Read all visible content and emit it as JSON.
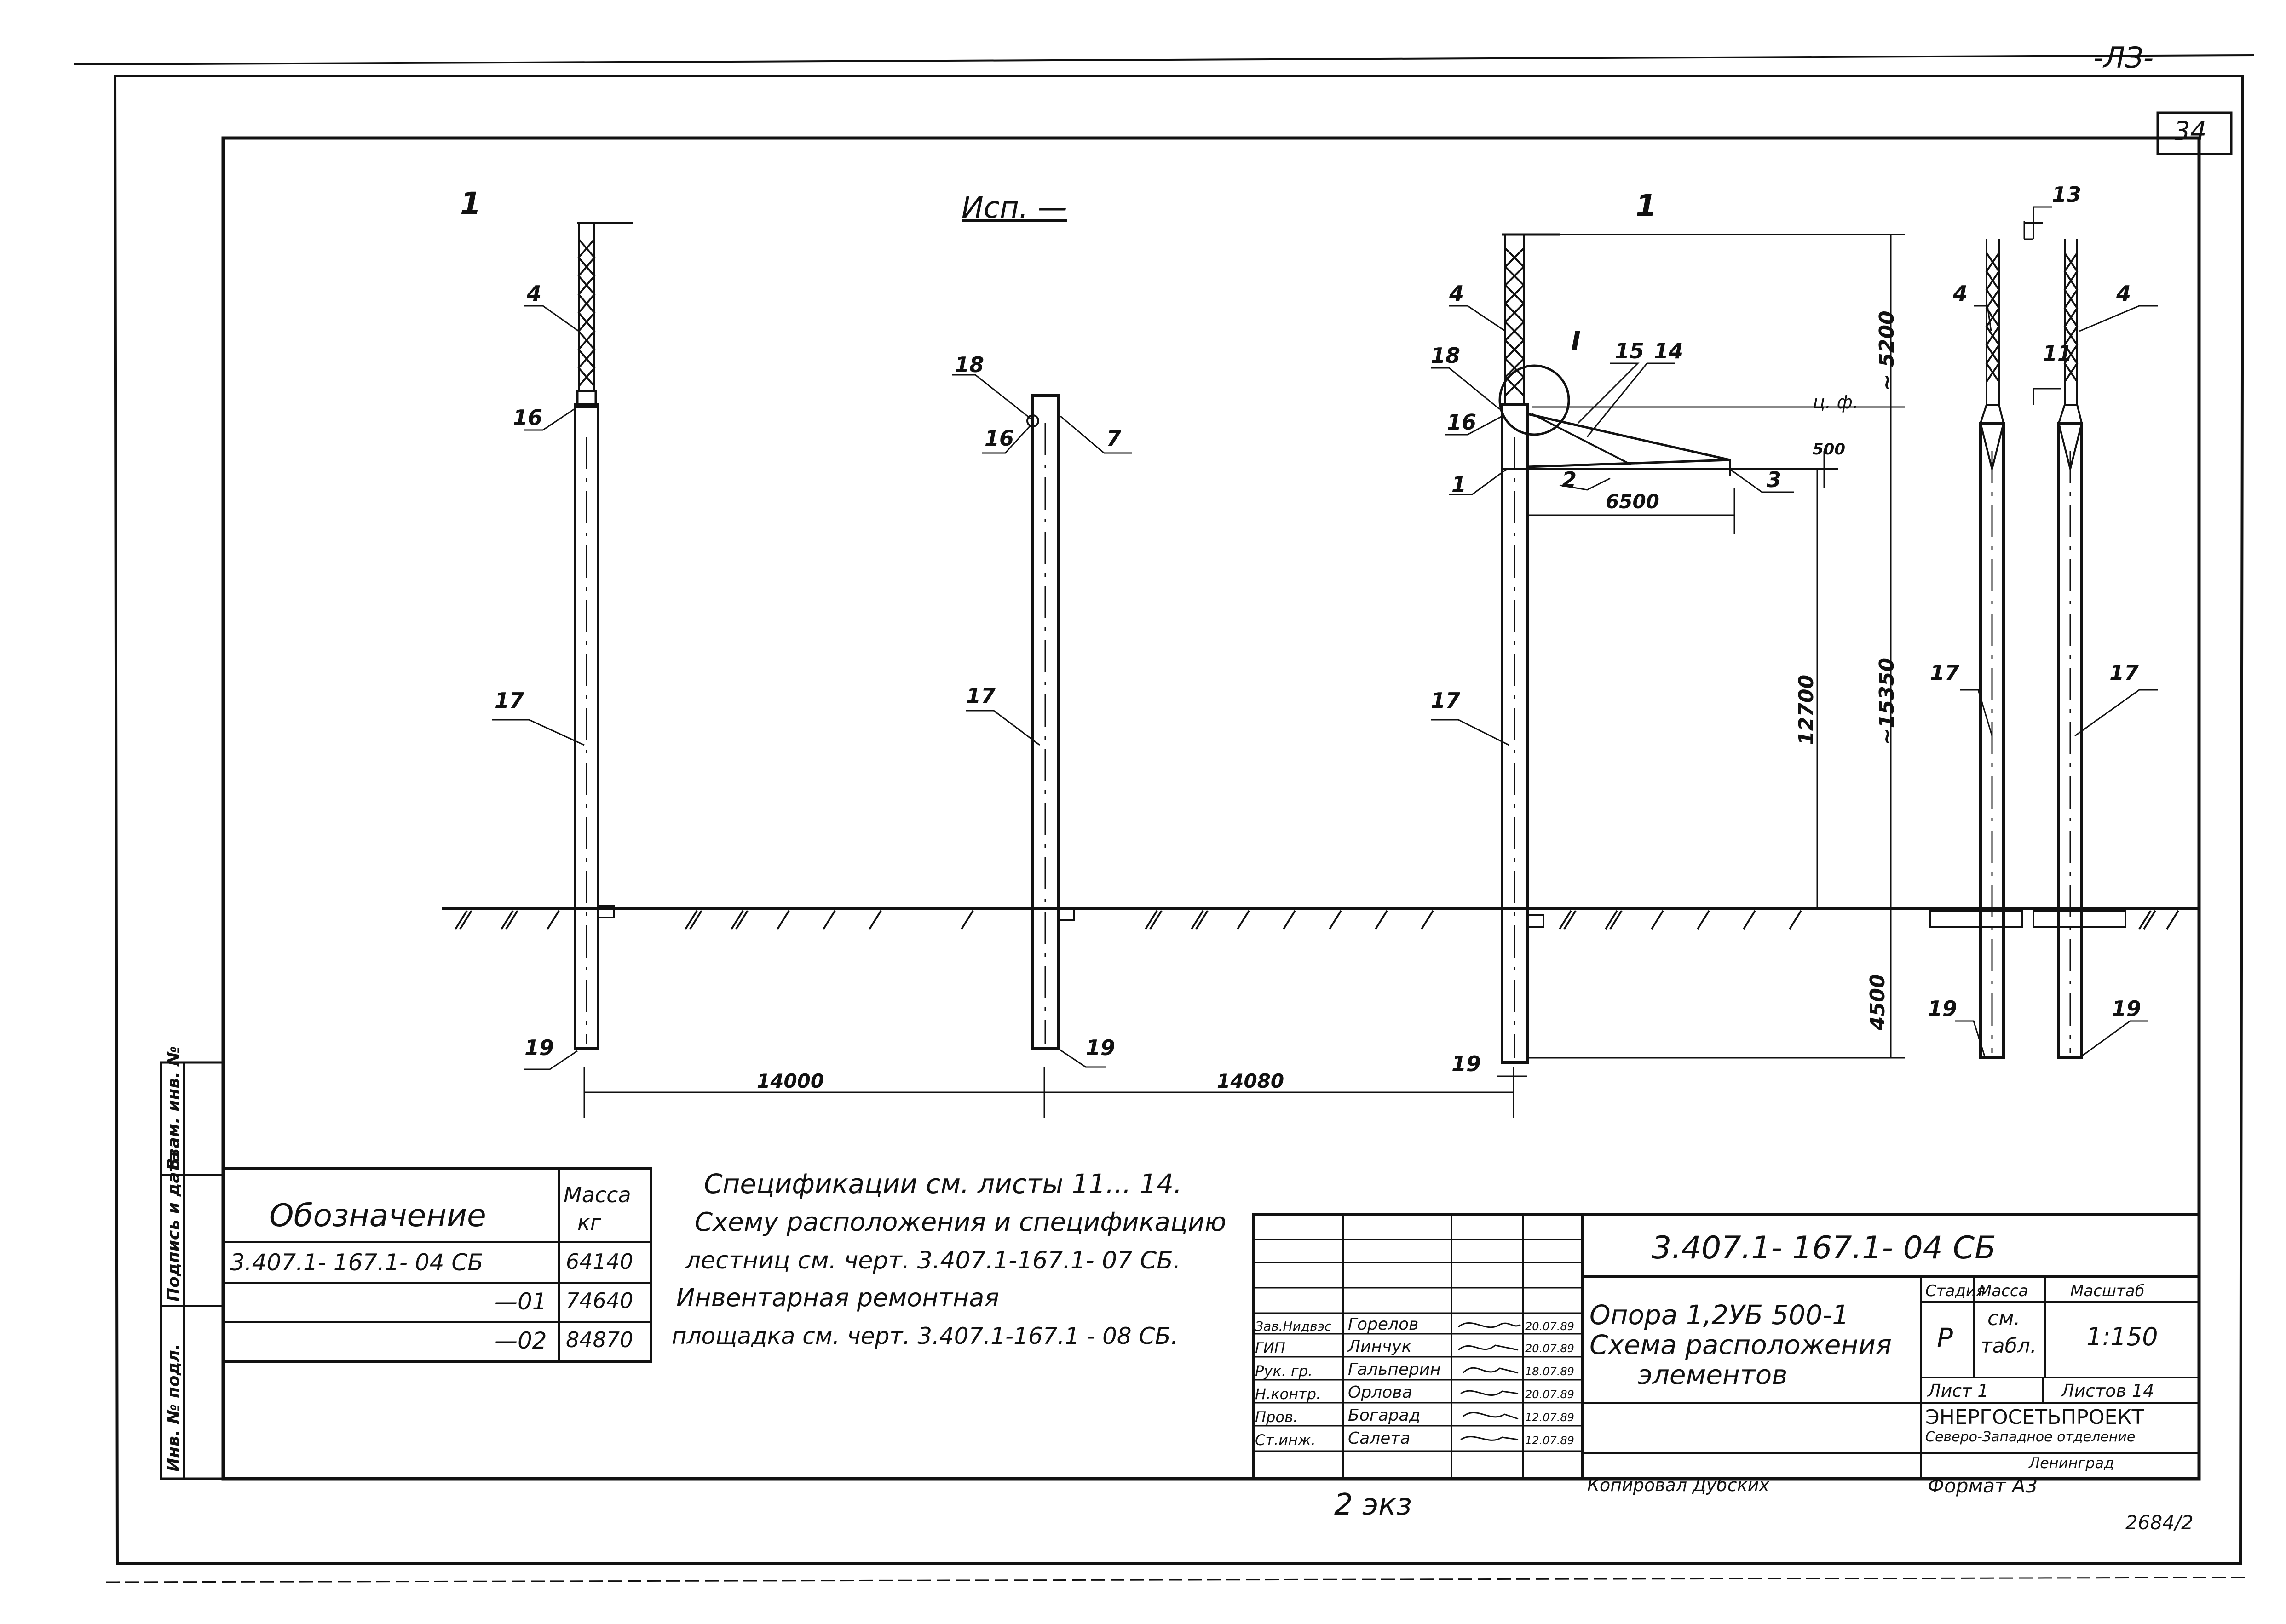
{
  "sheet": {
    "sheet_no": "34",
    "top_mark": "-ЛЗ-",
    "bottom_mark": "2684/2",
    "section_mark": "1",
    "variant_label": "Исп. —"
  },
  "drawing": {
    "pole_labels": [
      "4",
      "16",
      "17",
      "19",
      "18",
      "16",
      "7",
      "17",
      "19",
      "4",
      "18",
      "16",
      "1",
      "2",
      "3",
      "15",
      "14",
      "I",
      "17",
      "19",
      "13",
      "4",
      "4",
      "11",
      "17",
      "17",
      "19",
      "19"
    ],
    "dim_14000_a": "14000",
    "dim_14080": "14080",
    "dim_6500": "6500",
    "dim_500": "500",
    "dim_5200": "~ 5200",
    "dim_15350": "~15350",
    "dim_12700": "12700",
    "dim_4500": "4500",
    "axis_mark": "ц. ф."
  },
  "notes": [
    "Спецификации  см.  листы  11... 14.",
    "Схему  расположения  и  спецификацию",
    "лестниц  см.  черт.  3.407.1-167.1- 07 СБ.",
    "Инвентарная  ремонтная",
    "площадка      см.   черт.  3.407.1-167.1 - 08 СБ."
  ],
  "mass_table": {
    "header_designation": "Обозначение",
    "header_mass": "Масса",
    "header_unit": "кг",
    "rows": [
      {
        "designation": "3.407.1- 167.1- 04 СБ",
        "mass": "64140"
      },
      {
        "designation": "—01",
        "mass": "74640"
      },
      {
        "designation": "—02",
        "mass": "84870"
      }
    ]
  },
  "side_stamp": [
    "Инв. № подл.",
    "Подпись и дата",
    "Взам. инв. №"
  ],
  "title_block": {
    "code": "3.407.1- 167.1- 04 СБ",
    "title_line1": "Опора  1,2УБ 500-1",
    "title_line2": "Схема  расположения",
    "title_line3": "элементов",
    "stage_header": "Стадия",
    "mass_header": "Масса",
    "scale_header": "Масштаб",
    "stage": "Р",
    "mass": "см.",
    "mass2": "табл.",
    "scale": "1:150",
    "sheet_label": "Лист  1",
    "sheets_label": "Листов  14",
    "org1": "ЭНЕРГОСЕТЬПРОЕКТ",
    "org2": "Северо-Западное  отделение",
    "org3": "Ленинград",
    "copied": "Копировал    Дубских",
    "format": "Формат   А3",
    "handwritten": "2 экз",
    "signers": [
      {
        "role": "Зав.Нидвэс",
        "name": "Горелов",
        "date": "20.07.89"
      },
      {
        "role": "ГИП",
        "name": "Линчук",
        "date": "20.07.89"
      },
      {
        "role": "Рук. гр.",
        "name": "Гальперин",
        "date": "18.07.89"
      },
      {
        "role": "Н.контр.",
        "name": "Орлова",
        "date": "20.07.89"
      },
      {
        "role": "Пров.",
        "name": "Богарад",
        "date": "12.07.89"
      },
      {
        "role": "Ст.инж.",
        "name": "Салета",
        "date": "12.07.89"
      }
    ]
  }
}
